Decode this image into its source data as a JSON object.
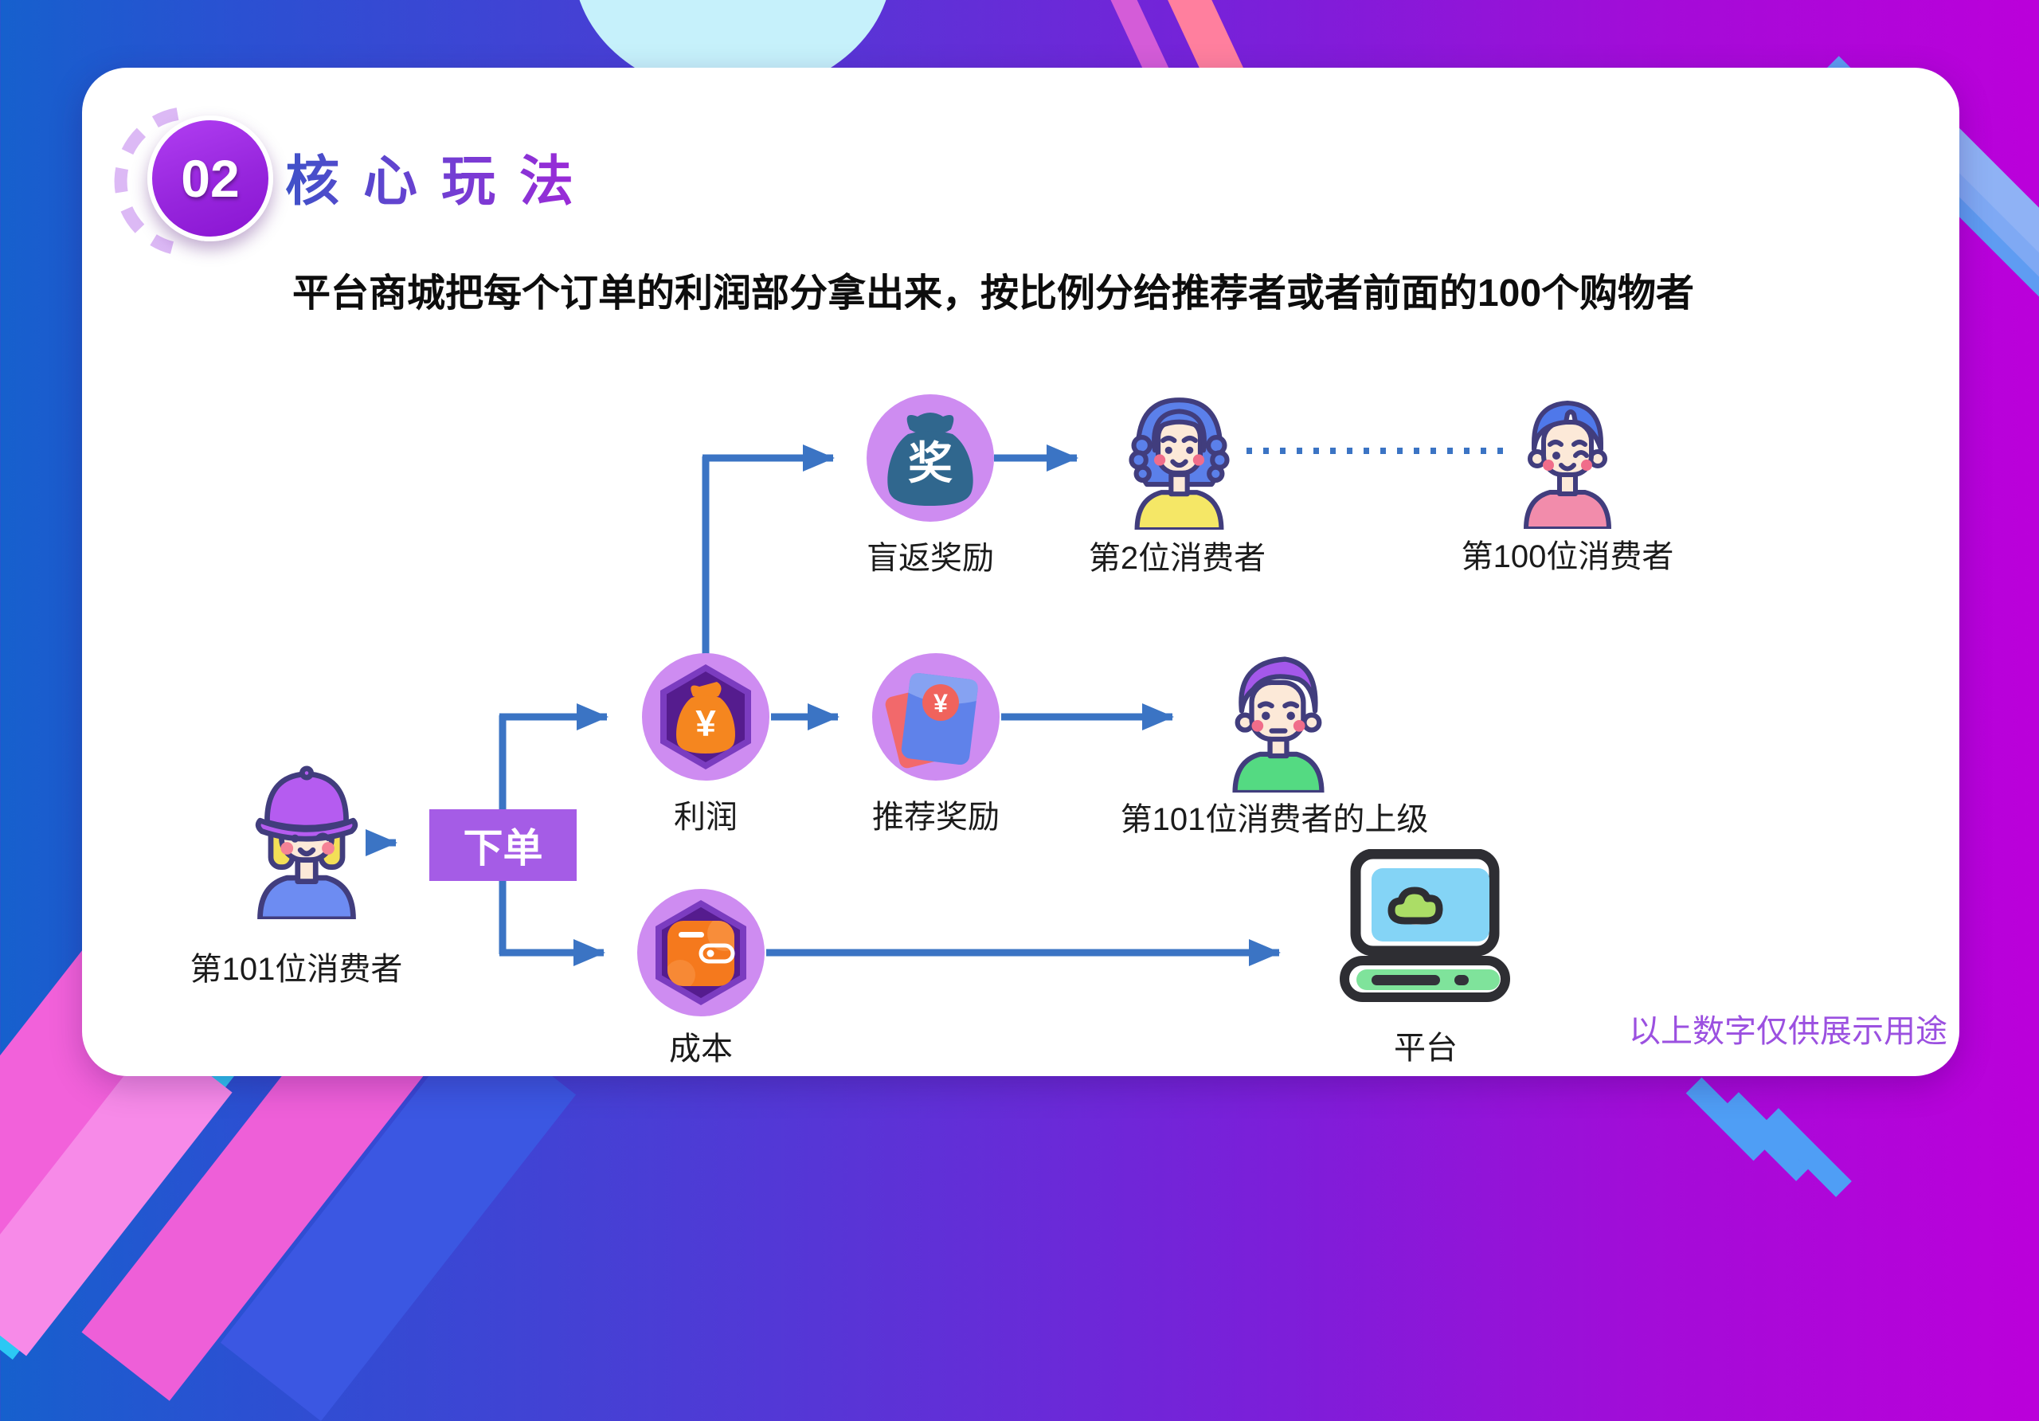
{
  "slide": {
    "badge": "02",
    "title": "核心玩法",
    "subtitle": "平台商城把每个订单的利润部分拿出来，按比例分给推荐者或者前面的100个购物者",
    "disclaimer": "以上数字仅供展示用途"
  },
  "nodes": {
    "consumer101": "第101位消费者",
    "order": "下单",
    "profit": "利润",
    "profit_symbol": "¥",
    "blind_reward": "盲返奖励",
    "blind_symbol": "奖",
    "referral_reward": "推荐奖励",
    "referral_symbol": "¥",
    "cost": "成本",
    "consumer2": "第2位消费者",
    "consumer100": "第100位消费者",
    "superior": "第101位消费者的上级",
    "platform": "平台"
  },
  "colors": {
    "background_left": "#1660cd",
    "background_right": "#bb00da",
    "accent_purple": "#a55ce6",
    "badge_purple": "#9726dd",
    "arrow_blue": "#3b74c4",
    "icon_circle_purple": "#ce8cf1",
    "hexagon_purple": "#551c8e",
    "orange": "#f5861f",
    "disclaimer_purple": "#9b50e0"
  }
}
